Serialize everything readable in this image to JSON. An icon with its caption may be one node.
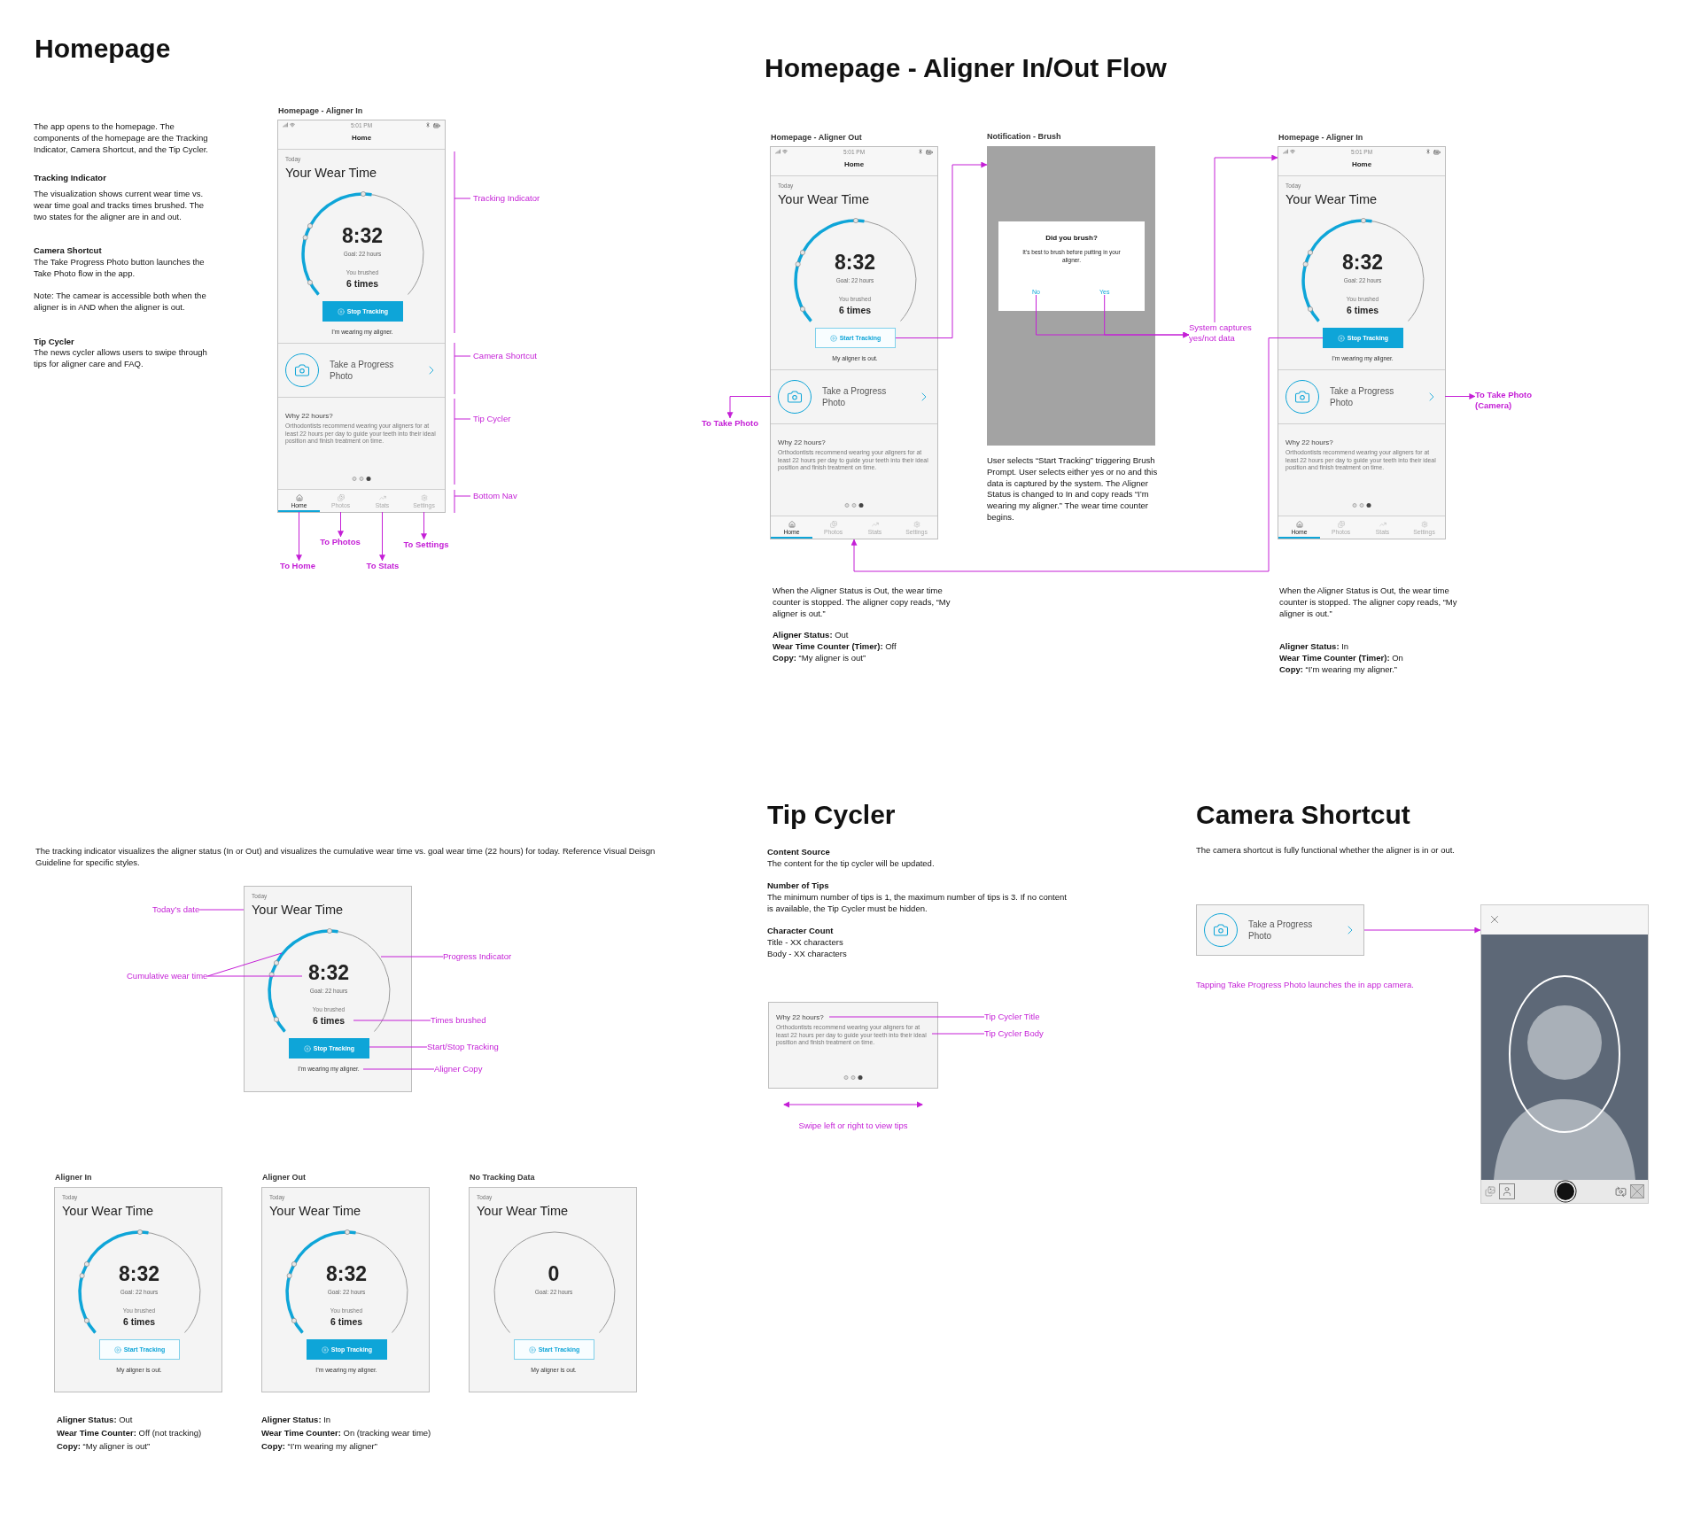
{
  "diagram": {
    "nodes": [
      {
        "text": [
          "Homepage - Aligner In",
          "5:01 PM",
          "Home"
        ]
      },
      {
        "text": [
          "Today",
          "Your Wear Time",
          "8:32",
          "Goal: 22 hours",
          "You brushed",
          "6 times",
          "Stop Tracking",
          "I’m wearing my aligner."
        ],
        "in": 0
      },
      {
        "text": [
          "Take a Progress Photo"
        ],
        "in": 0
      },
      {
        "text": [
          "Why 22 hours?",
          "Orthodontists recommend wearing your aligners for at least 22 hours per day to guide your teeth into their ideal position and finish treatment on time."
        ],
        "in": 0
      },
      {
        "text": [
          "Home"
        ],
        "in": 0
      },
      {
        "text": [
          "Photos"
        ],
        "in": 0
      },
      {
        "text": [
          "Stats"
        ],
        "in": 0
      },
      {
        "text": [
          "Settings"
        ],
        "in": 0
      },
      {
        "text": [
          "To Home"
        ]
      },
      {
        "text": [
          "To Photos"
        ]
      },
      {
        "text": [
          "To Stats"
        ]
      },
      {
        "text": [
          "To Settings"
        ]
      },
      {
        "text": [
          "Homepage - Aligner Out",
          "5:01 PM",
          "Home"
        ]
      },
      {
        "text": [
          "Today",
          "Your Wear Time",
          "8:32",
          "Goal: 22 hours",
          "You brushed",
          "6 times",
          "My aligner is out."
        ],
        "in": 12
      },
      {
        "text": [
          "Start Tracking"
        ],
        "in": 13
      },
      {
        "text": [
          "Take a Progress Photo"
        ],
        "in": 12
      },
      {
        "text": [
          "Why 22 hours?",
          "Orthodontists recommend wearing your aligners for at least 22 hours per day to guide your teeth into their ideal position and finish treatment on time."
        ],
        "in": 12
      },
      {
        "text": [
          "Home"
        ],
        "in": 12
      },
      {
        "text": [
          "Photos"
        ],
        "in": 12
      },
      {
        "text": [
          "Stats"
        ],
        "in": 12
      },
      {
        "text": [
          "Settings"
        ],
        "in": 12
      },
      {
        "text": [
          "To Take Photo"
        ]
      },
      {
        "text": [
          "Notification - Brush"
        ],
        "beside": [
          "User selects “Start Tracking” triggering Brush Prompt. User selects either yes or no and this data is captured by the system. The Aligner Status is changed to In and copy reads “I’m wearing my aligner.” The wear time counter begins."
        ]
      },
      {
        "text": [
          "Did you brush?",
          "It’s best to brush before putting in your aligner."
        ],
        "in": 22
      },
      {
        "text": [
          "No"
        ],
        "in": 23
      },
      {
        "text": [
          "Yes"
        ],
        "in": 23
      },
      {
        "text": [
          "System captures yes/not data"
        ]
      },
      {
        "text": [
          "Homepage - Aligner In",
          "5:01 PM",
          "Home"
        ]
      },
      {
        "text": [
          "Today",
          "Your Wear Time",
          "8:32",
          "Goal: 22 hours",
          "You brushed",
          "6 times",
          "I’m wearing my aligner."
        ],
        "in": 27
      },
      {
        "text": [
          "Stop Tracking"
        ],
        "in": 28
      },
      {
        "text": [
          "Take a Progress Photo"
        ],
        "in": 27
      },
      {
        "text": [
          "Why 22 hours?",
          "Orthodontists recommend wearing your aligners for at least 22 hours per day to guide your teeth into their ideal position and finish treatment on time."
        ],
        "in": 27
      },
      {
        "text": [
          "Home"
        ],
        "in": 27
      },
      {
        "text": [
          "Photos"
        ],
        "in": 27
      },
      {
        "text": [
          "Stats"
        ],
        "in": 27
      },
      {
        "text": [
          "Settings"
        ],
        "in": 27
      },
      {
        "text": [
          "To Take Photo (Camera)"
        ]
      },
      {
        "text": [
          "Today",
          "Your Wear Time",
          "8:32",
          "Goal: 22 hours",
          "You brushed",
          "6 times",
          "I’m wearing my aligner."
        ]
      },
      {
        "text": [
          "Stop Tracking"
        ],
        "in": 37
      },
      {
        "text": [
          "Today’s date"
        ]
      },
      {
        "text": [
          "Cumulative wear time"
        ]
      },
      {
        "text": [
          "Progress Indicator"
        ]
      },
      {
        "text": [
          "Times brushed"
        ]
      },
      {
        "text": [
          "Start/Stop Tracking"
        ]
      },
      {
        "text": [
          "Aligner Copy"
        ]
      },
      {
        "text": [
          "Aligner In",
          "Today",
          "Your Wear Time",
          "8:32",
          "Goal: 22 hours",
          "You brushed",
          "6 times",
          "Start Tracking",
          "My aligner is out."
        ]
      },
      {
        "text": [
          "Aligner Out",
          "Today",
          "Your Wear Time",
          "8:32",
          "Goal: 22 hours",
          "You brushed",
          "6 times",
          "Stop Tracking",
          "I’m wearing my aligner."
        ]
      },
      {
        "text": [
          "No Tracking Data",
          "Today",
          "Your Wear Time",
          "0",
          "Goal: 22 hours",
          "Start Tracking",
          "My aligner is out."
        ]
      },
      {
        "text": [
          "Why 22 hours?",
          "Orthodontists recommend wearing your aligners for at least 22 hours per day to guide your teeth into their ideal position and finish treatment on time."
        ]
      },
      {
        "text": [
          "Tip Cycler Title"
        ]
      },
      {
        "text": [
          "Tip Cycler Body"
        ]
      },
      {
        "text": [
          "Take a Progress Photo"
        ]
      },
      {
        "text": [],
        "shape": "picture"
      }
    ],
    "edges": [
      {
        "from": 4,
        "to": 8,
        "arrow": "to"
      },
      {
        "from": 5,
        "to": 9,
        "arrow": "to"
      },
      {
        "from": 6,
        "to": 10,
        "arrow": "to"
      },
      {
        "from": 7,
        "to": 11,
        "arrow": "to"
      },
      {
        "from": 15,
        "to": 21,
        "arrow": "to"
      },
      {
        "from": 14,
        "to": 22,
        "arrow": "to"
      },
      {
        "from": 24,
        "to": 26,
        "arrow": "to"
      },
      {
        "from": 25,
        "to": 26,
        "arrow": "to"
      },
      {
        "from": 26,
        "to": 27,
        "arrow": "to"
      },
      {
        "from": 29,
        "to": 12,
        "arrow": "to"
      },
      {
        "from": 30,
        "to": 36,
        "arrow": "to"
      },
      {
        "from": 39,
        "to": 37,
        "arrow": "none"
      },
      {
        "from": 40,
        "to": 37,
        "arrow": "none"
      },
      {
        "from": 40,
        "to": 37,
        "arrow": "none"
      },
      {
        "from": 41,
        "to": 37,
        "arrow": "none"
      },
      {
        "from": 42,
        "to": 37,
        "arrow": "none"
      },
      {
        "from": 43,
        "to": 38,
        "arrow": "none"
      },
      {
        "from": 44,
        "to": 37,
        "arrow": "none"
      },
      {
        "from": 49,
        "to": 48,
        "arrow": "none"
      },
      {
        "from": 50,
        "to": 48,
        "arrow": "none"
      },
      {
        "from": 51,
        "to": 52,
        "arrow": "to"
      }
    ],
    "labels": [
      "Homepage",
      "The app opens to the homepage. The components of the homepage are the Tracking Indicator, Camera Shortcut, and the Tip Cycler.",
      "Tracking Indicator",
      "The visualization shows current wear time vs. wear time goal and tracks times brushed. The two states for the aligner are in and out.",
      "Camera Shortcut",
      "The Take Progress Photo button launches the Take Photo flow in the app.",
      "Note: The camear is accessible both when the aligner is in AND when the aligner is out.",
      "Tip Cycler",
      "The news cycler allows users to swipe through tips for aligner care and FAQ.",
      "Tracking Indicator",
      "Camera Shortcut",
      "Tip Cycler",
      "Bottom Nav",
      "Homepage - Aligner In/Out Flow",
      "When the Aligner Status is Out, the wear time counter is stopped. The aligner copy reads, “My aligner is out.”",
      "**Aligner Status:** Out",
      "**Wear Time Counter (Timer):** Off",
      "**Copy:** “My aligner is out”",
      "When the Aligner Status is Out, the wear time counter is stopped. The aligner copy reads, “My aligner is out.”",
      "**Aligner Status:** In",
      "**Wear Time Counter (Timer):** On",
      "**Copy:** “I’m wearing my aligner.”",
      "The tracking indicator visualizes the aligner status (In or Out) and visualizes the cumulative wear time vs. goal wear time (22 hours) for today. Reference Visual Deisgn Guideline for specific styles.",
      "**Aligner Status:** Out",
      "**Wear Time Counter:** Off (not tracking)",
      "**Copy:** “My aligner is out”",
      "**Aligner Status:** In",
      "**Wear Time Counter:** On (tracking wear time)",
      "**Copy:** “I’m wearing my aligner”",
      "Tip Cycler",
      "Content Source",
      "The content for the tip cycler will be updated.",
      "Number of Tips",
      "The minimum number of tips is 1, the maximum number of tips is 3. If no content is available, the Tip Cycler must be hidden.",
      "Character Count",
      "Title  - XX characters",
      "Body - XX characters",
      "Swipe left or right to view tips",
      "Camera Shortcut",
      "The camera shortcut is fully functional whether the aligner is in or out.",
      "Tapping Take Progress Photo launches the in app camera."
    ]
  }
}
